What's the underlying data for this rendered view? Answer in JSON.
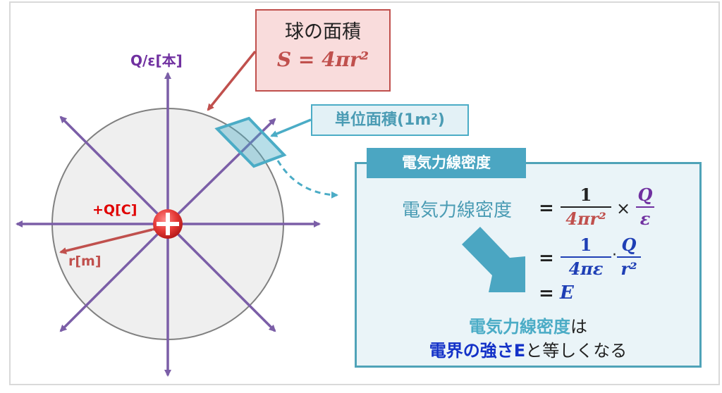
{
  "diagram": {
    "axis_label": "Q/ε[本]",
    "charge_label": "+Q[C]",
    "radius_label": "r[m]",
    "sphere_area": {
      "title": "球の面積",
      "formula": "S = 4πr²"
    },
    "unit_area_label": "単位面積(1m²)",
    "density_panel": {
      "header": "電気力線密度",
      "equation_lhs": "電気力線密度",
      "line1": {
        "equals": "=",
        "frac1_num": "1",
        "frac1_den": "4πr²",
        "operator": "×",
        "frac2_num": "Q",
        "frac2_den": "ε"
      },
      "line2": {
        "equals": "=",
        "frac1_num": "1",
        "frac1_den": "4πε",
        "operator": "·",
        "frac2_num": "Q",
        "frac2_den": "r²"
      },
      "line3": {
        "equals": "=",
        "result": "E"
      },
      "conclusion_line1_bold": "電気力線密度",
      "conclusion_line1_rest": "は",
      "conclusion_line2_bold": "電界の強さE",
      "conclusion_line2_rest": "と等しくなる"
    },
    "colors": {
      "field_line": "#7b5ea7",
      "sphere_fill": "#efefef",
      "sphere_stroke": "#808080",
      "charge": "#e53935",
      "accent_red": "#c0504d",
      "accent_teal": "#4bacc6",
      "panel_bg": "#eaf4f8",
      "blue_text": "#1432c8",
      "purple_text": "#7030a0"
    }
  }
}
